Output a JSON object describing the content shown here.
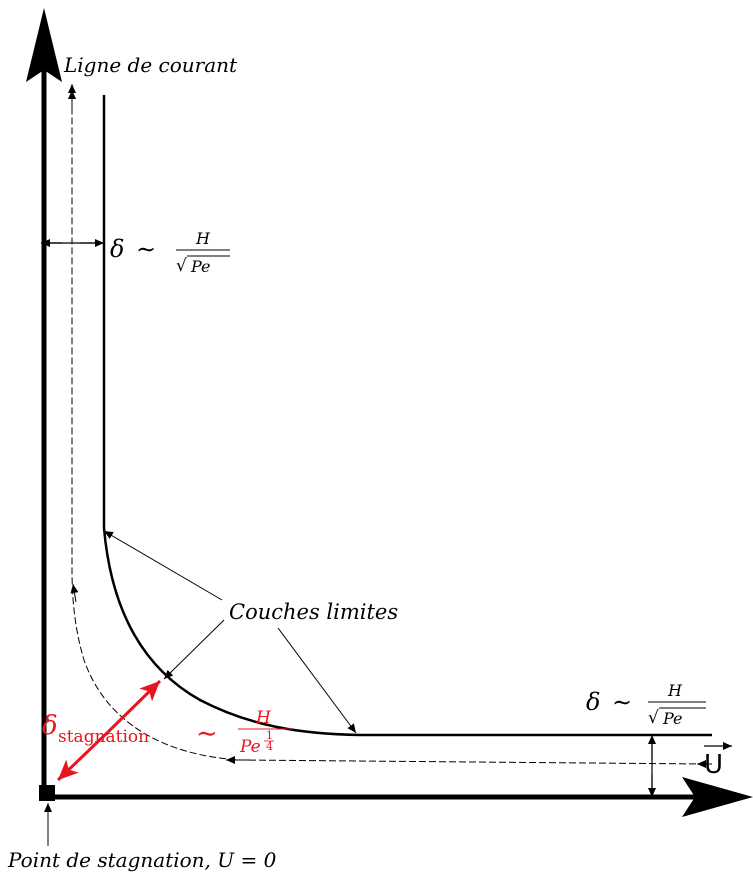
{
  "labels": {
    "streamline": "Ligne de courant",
    "boundary_layers": "Couches limites",
    "stagnation_point": "Point de stagnation, U = 0",
    "velocity_symbol": "U"
  },
  "formulas": {
    "delta_symbol": "δ",
    "sim_symbol": "∼",
    "H": "H",
    "Pe": "Pe",
    "sqrt_symbol": "√",
    "delta_stag_sub": "stagnation",
    "quarter_num": "1",
    "quarter_den": "4"
  },
  "colors": {
    "ink": "#000000",
    "highlight": "#e8141e"
  }
}
